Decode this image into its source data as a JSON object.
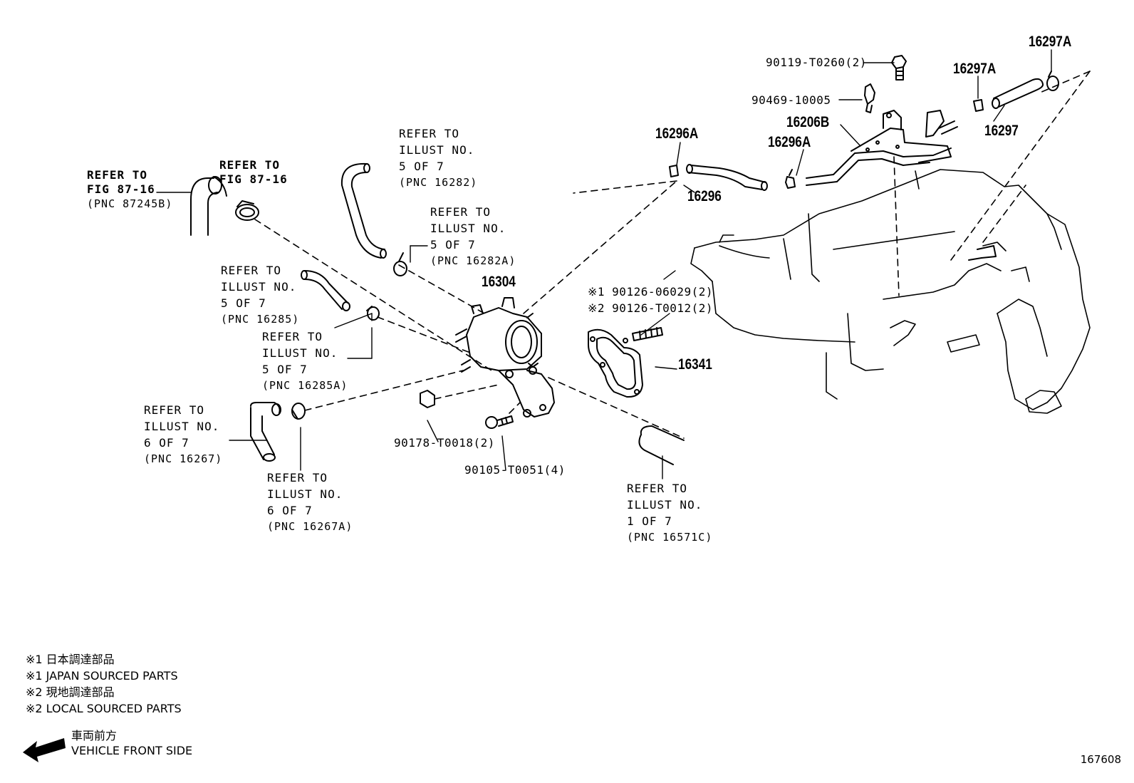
{
  "refs": {
    "fig_87_16": {
      "line1": "REFER TO",
      "line2": "FIG 87-16",
      "line3": "(PNC 87245B)"
    },
    "fig_87_16_clamp": {
      "line1": "REFER TO",
      "line2": "FIG 87-16"
    },
    "pnc_16282": {
      "line1": "REFER TO",
      "line2": "ILLUST NO.",
      "line3": "5 OF 7",
      "line4": "(PNC 16282)"
    },
    "pnc_16282a": {
      "line1": "REFER TO",
      "line2": "ILLUST NO.",
      "line3": "5 OF 7",
      "line4": "(PNC 16282A)"
    },
    "pnc_16285": {
      "line1": "REFER TO",
      "line2": "ILLUST NO.",
      "line3": "5 OF 7",
      "line4": "(PNC 16285)"
    },
    "pnc_16285a": {
      "line1": "REFER TO",
      "line2": "ILLUST NO.",
      "line3": "5 OF 7",
      "line4": "(PNC 16285A)"
    },
    "pnc_16267": {
      "line1": "REFER TO",
      "line2": "ILLUST NO.",
      "line3": "6 OF 7",
      "line4": "(PNC 16267)"
    },
    "pnc_16267a": {
      "line1": "REFER TO",
      "line2": "ILLUST NO.",
      "line3": "6 OF 7",
      "line4": "(PNC 16267A)"
    },
    "pnc_16571c": {
      "line1": "REFER TO",
      "line2": "ILLUST NO.",
      "line3": "1 OF 7",
      "line4": "(PNC 16571C)"
    }
  },
  "parts": {
    "p16304": "16304",
    "p16341": "16341",
    "p16296": "16296",
    "p16296a_left": "16296A",
    "p16296a_right": "16296A",
    "p16206b": "16206B",
    "p16297": "16297",
    "p16297a_mid": "16297A",
    "p16297a_top": "16297A",
    "p90119": "90119-T0260(2)",
    "p90469": "90469-10005",
    "p90126_1": "※1 90126-06029(2)",
    "p90126_2": "※2 90126-T0012(2)",
    "p90178": "90178-T0018(2)",
    "p90105": "90105-T0051(4)"
  },
  "notes": {
    "n1_jp": "※1 日本調達部品",
    "n1_en": "※1 JAPAN SOURCED PARTS",
    "n2_jp": "※2 現地調達部品",
    "n2_en": "※2 LOCAL SOURCED PARTS"
  },
  "front": {
    "jp": "車両前方",
    "en": "VEHICLE FRONT SIDE"
  },
  "illustration_code": "167608"
}
